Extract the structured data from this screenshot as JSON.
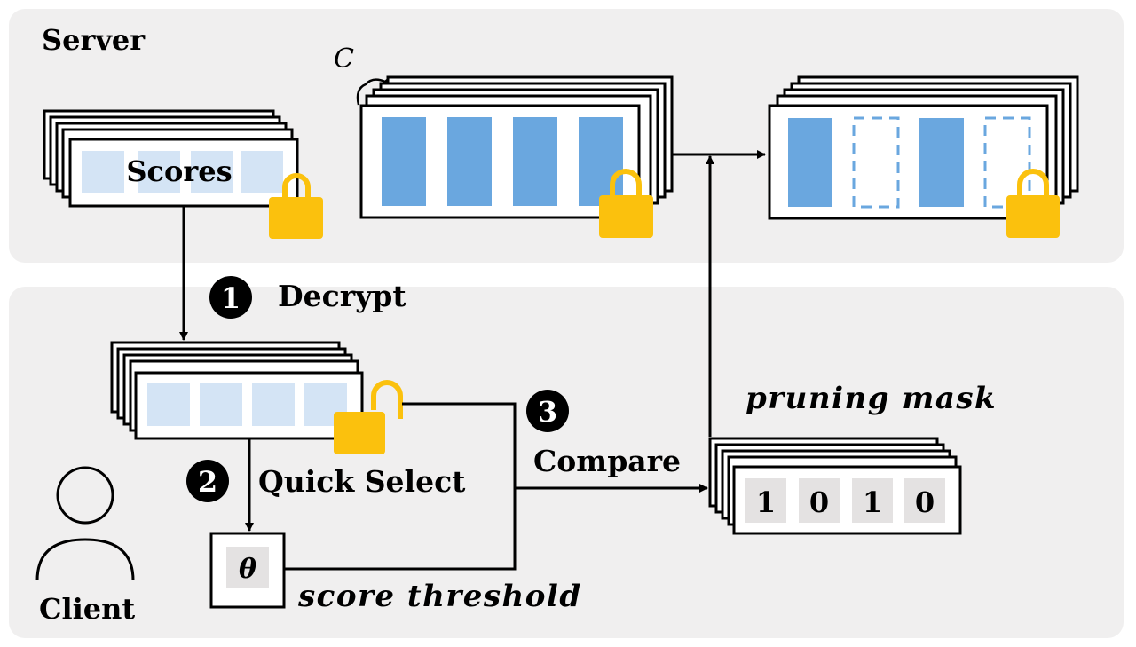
{
  "regions": {
    "server_label": "Server",
    "client_label": "Client"
  },
  "labels": {
    "scores": "Scores",
    "c_symbol": "C",
    "theta": "θ",
    "score_threshold": "score threshold",
    "pruning_mask": "pruning mask"
  },
  "steps": [
    {
      "number": "1",
      "label": "Decrypt"
    },
    {
      "number": "2",
      "label": "Quick Select"
    },
    {
      "number": "3",
      "label": "Compare"
    }
  ],
  "mask_values": [
    "1",
    "0",
    "1",
    "0"
  ],
  "colors": {
    "panel_background": "#f0efef",
    "encrypted_weight": "#6aa7df",
    "score_cell": "#d4e4f5",
    "mask_cell": "#e4e2e2",
    "lock": "#fbc10d"
  }
}
